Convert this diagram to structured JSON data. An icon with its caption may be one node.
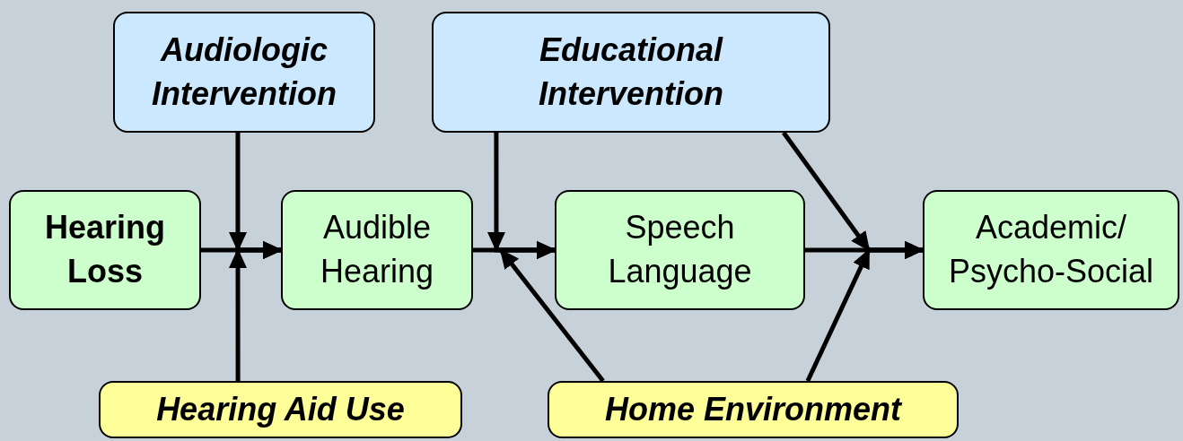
{
  "diagram": {
    "nodes": [
      {
        "text": [
          "Audiologic Intervention"
        ]
      },
      {
        "text": [
          "Educational Intervention"
        ]
      },
      {
        "text": [
          "Hearing Loss"
        ]
      },
      {
        "text": [
          "Audible Hearing"
        ]
      },
      {
        "text": [
          "Speech Language"
        ]
      },
      {
        "text": [
          "Academic/ Psycho-Social"
        ]
      },
      {
        "text": [
          "Hearing Aid Use"
        ]
      },
      {
        "text": [
          "Home Environment"
        ]
      }
    ],
    "edges": [
      {
        "from": 2,
        "to": 3,
        "arrow": "to"
      },
      {
        "from": 0,
        "to": 3,
        "arrow": "to"
      },
      {
        "from": 6,
        "to": 3,
        "arrow": "to"
      },
      {
        "from": 3,
        "to": 4,
        "arrow": "to"
      },
      {
        "from": 1,
        "to": 4,
        "arrow": "to"
      },
      {
        "from": 7,
        "to": 4,
        "arrow": "to"
      },
      {
        "from": 4,
        "to": 5,
        "arrow": "to"
      },
      {
        "from": 1,
        "to": 5,
        "arrow": "to"
      },
      {
        "from": 7,
        "to": 5,
        "arrow": "to"
      }
    ]
  }
}
